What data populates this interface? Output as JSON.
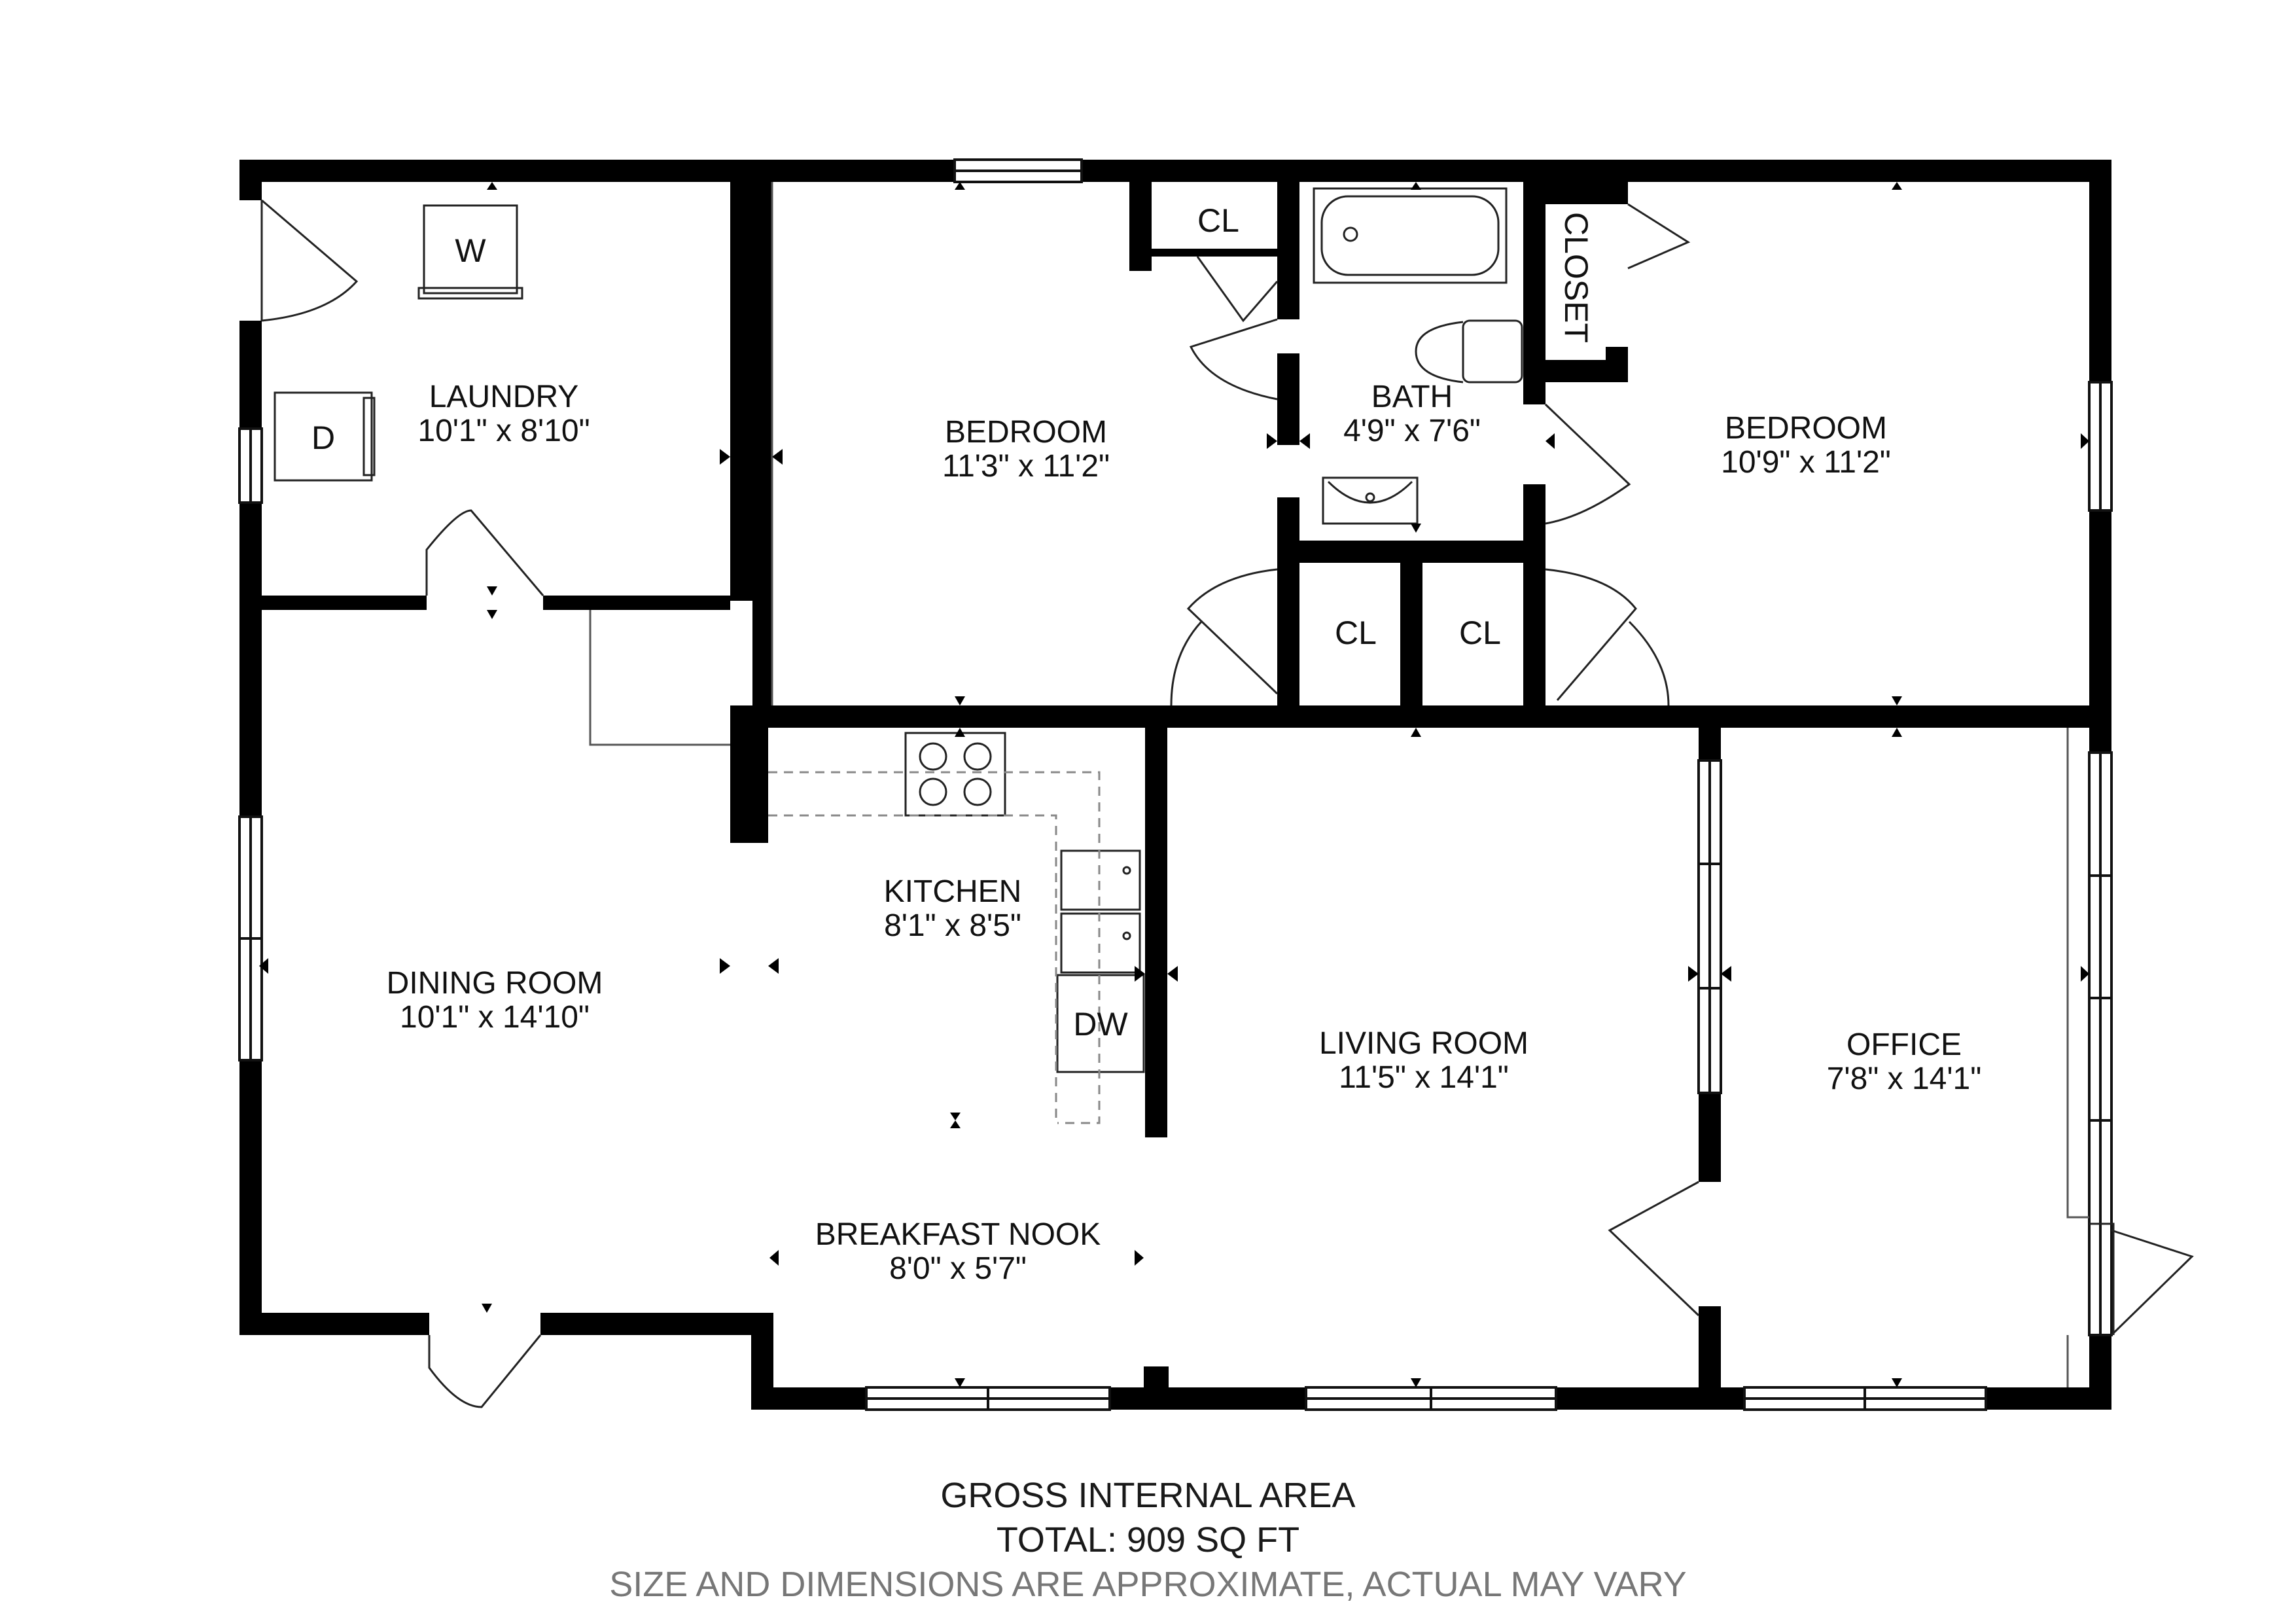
{
  "rooms": {
    "laundry": {
      "name": "LAUNDRY",
      "dims": "10'1\" x 8'10\""
    },
    "bedroom_left": {
      "name": "BEDROOM",
      "dims": "11'3\" x 11'2\""
    },
    "bath": {
      "name": "BATH",
      "dims": "4'9\" x 7'6\""
    },
    "bedroom_right": {
      "name": "BEDROOM",
      "dims": "10'9\" x 11'2\""
    },
    "kitchen": {
      "name": "KITCHEN",
      "dims": "8'1\" x 8'5\""
    },
    "dining": {
      "name": "DINING ROOM",
      "dims": "10'1\" x 14'10\""
    },
    "living": {
      "name": "LIVING ROOM",
      "dims": "11'5\" x 14'1\""
    },
    "office": {
      "name": "OFFICE",
      "dims": "7'8\" x 14'1\""
    },
    "nook": {
      "name": "BREAKFAST NOOK",
      "dims": "8'0\" x 5'7\""
    }
  },
  "closets": {
    "cl_top": "CL",
    "cl_mid_left": "CL",
    "cl_mid_right": "CL",
    "closet_vertical": "CLOSET"
  },
  "appliances": {
    "washer": "W",
    "dryer": "D",
    "dishwasher": "DW"
  },
  "footer": {
    "line1": "GROSS INTERNAL AREA",
    "line2": "TOTAL: 909 SQ FT",
    "line3": "SIZE AND DIMENSIONS ARE APPROXIMATE, ACTUAL MAY VARY"
  },
  "colors": {
    "wall": "#000000",
    "background": "#ffffff",
    "fixture_stroke": "#222222",
    "note_text": "#777777"
  }
}
